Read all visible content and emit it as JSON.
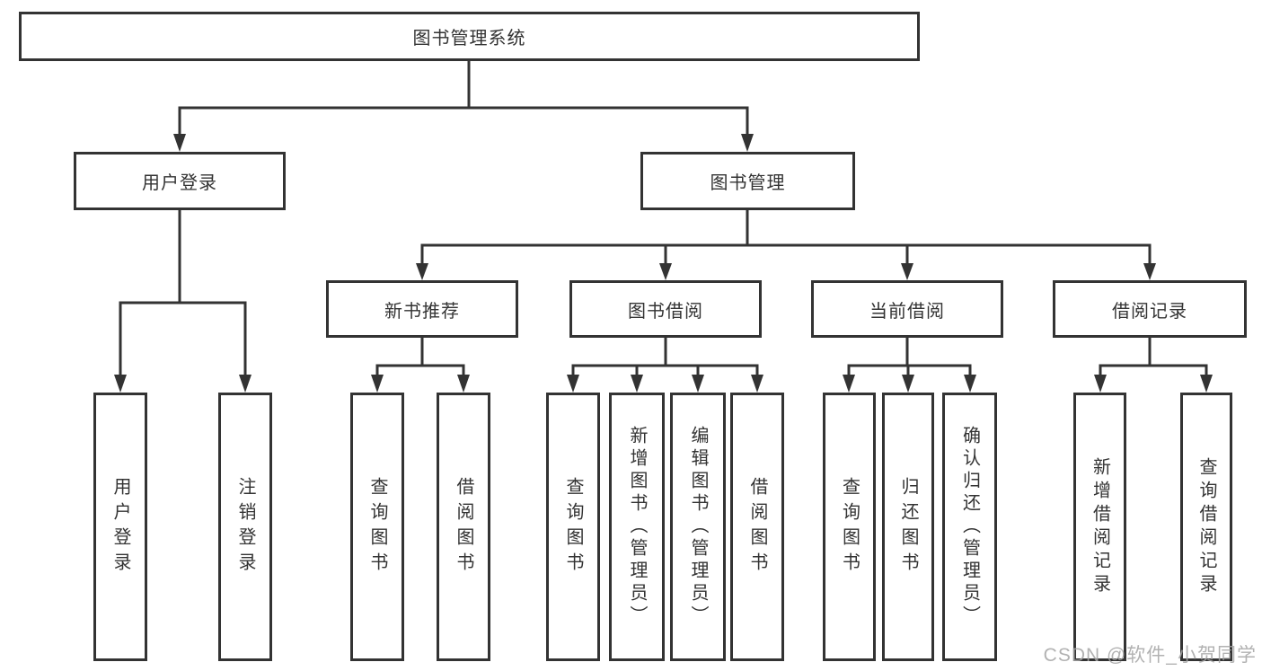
{
  "diagram": {
    "root": {
      "label": "图书管理系统"
    },
    "level2": {
      "user_login": {
        "label": "用户登录"
      },
      "book_mgmt": {
        "label": "图书管理"
      }
    },
    "level3": {
      "new_book": {
        "label": "新书推荐"
      },
      "book_borrow": {
        "label": "图书借阅"
      },
      "current_borrow": {
        "label": "当前借阅"
      },
      "borrow_record": {
        "label": "借阅记录"
      }
    },
    "level4": {
      "user_login": [
        "用户登录",
        "注销登录"
      ],
      "new_book": [
        "查询图书",
        "借阅图书"
      ],
      "book_borrow": [
        "查询图书",
        "新增图书（管理员）",
        "编辑图书（管理员）",
        "借阅图书"
      ],
      "current_borrow": [
        "查询图书",
        "归还图书",
        "确认归还（管理员）"
      ],
      "borrow_record": [
        "新增借阅记录",
        "查询借阅记录"
      ]
    }
  },
  "watermark": {
    "text": "CSDN @软件_小贺同学"
  },
  "colors": {
    "line": "#333333",
    "text": "#333333",
    "background": "#ffffff",
    "watermark": "#a5a5a5"
  }
}
